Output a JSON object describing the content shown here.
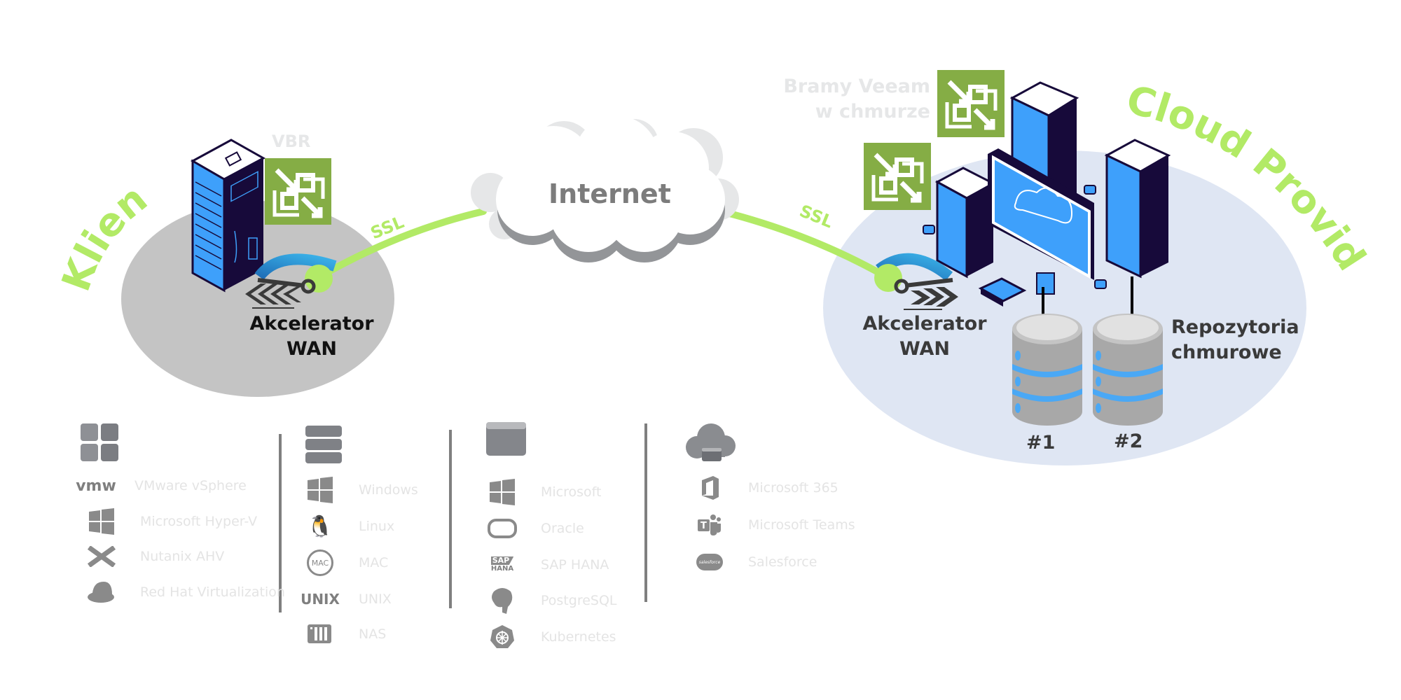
{
  "client": {
    "title": "Klient",
    "vbr_label": "VBR",
    "accelerator_label_line1": "Akcelerator",
    "accelerator_label_line2": "WAN"
  },
  "internet": {
    "label": "Internet",
    "ssl_left": "SSL",
    "ssl_right": "SSL"
  },
  "provider": {
    "title": "Cloud Provider",
    "gateways_line1": "Bramy Veeam",
    "gateways_line2": "w chmurze",
    "accelerator_label_line1": "Akcelerator",
    "accelerator_label_line2": "WAN",
    "repos_line1": "Repozytoria",
    "repos_line2": "chmurowe",
    "repo1": "#1",
    "repo2": "#2"
  },
  "colors": {
    "green": "#b2ea66",
    "veeam_green": "#85ad45",
    "client_ellipse": "#c4c4c4",
    "provider_ellipse": "#dfe6f3",
    "server_blue": "#3ea0fb",
    "server_dark": "#170a3a"
  },
  "categories": [
    {
      "icon": "virtual-machines-icon",
      "items": [
        {
          "icon": "vmware-icon",
          "label": "VMware vSphere"
        },
        {
          "icon": "windows-icon",
          "label": "Microsoft Hyper-V"
        },
        {
          "icon": "nutanix-icon",
          "label": "Nutanix AHV"
        },
        {
          "icon": "redhat-icon",
          "label": "Red Hat Virtualization"
        }
      ]
    },
    {
      "icon": "physical-servers-icon",
      "items": [
        {
          "icon": "windows-icon",
          "label": "Windows"
        },
        {
          "icon": "linux-icon",
          "label": "Linux"
        },
        {
          "icon": "mac-icon",
          "label": "MAC"
        },
        {
          "icon": "unix-icon",
          "label": "UNIX"
        },
        {
          "icon": "nas-icon",
          "label": "NAS"
        }
      ]
    },
    {
      "icon": "applications-icon",
      "items": [
        {
          "icon": "windows-icon",
          "label": "Microsoft"
        },
        {
          "icon": "oracle-icon",
          "label": "Oracle"
        },
        {
          "icon": "sap-hana-icon",
          "label": "SAP HANA"
        },
        {
          "icon": "postgresql-icon",
          "label": "PostgreSQL"
        },
        {
          "icon": "kubernetes-icon",
          "label": "Kubernetes"
        }
      ]
    },
    {
      "icon": "cloud-apps-icon",
      "items": [
        {
          "icon": "office365-icon",
          "label": "Microsoft 365"
        },
        {
          "icon": "teams-icon",
          "label": "Microsoft Teams"
        },
        {
          "icon": "salesforce-icon",
          "label": "Salesforce"
        }
      ]
    }
  ],
  "icon_text": {
    "vmware": "vmw",
    "mac": "MAC",
    "unix": "UNIX",
    "sap": "SAP",
    "hana": "HANA",
    "teams": "T",
    "salesforce": "salesforce"
  }
}
